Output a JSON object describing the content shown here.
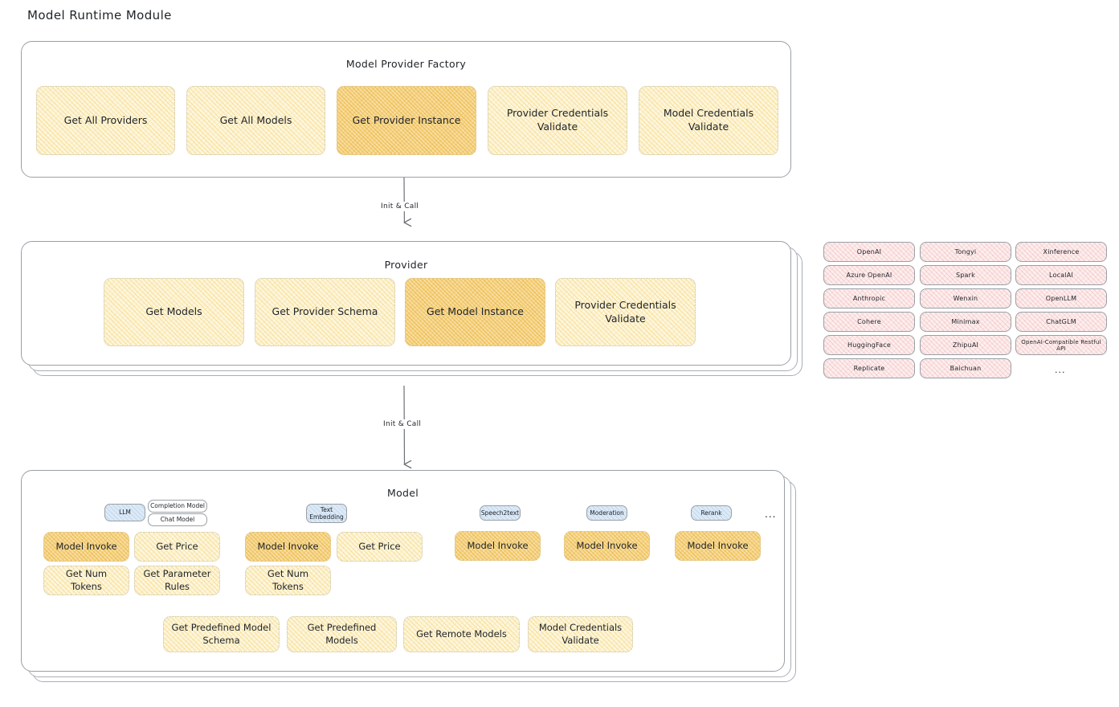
{
  "page": {
    "title": "Model Runtime Module"
  },
  "factory": {
    "title": "Model Provider Factory",
    "methods": [
      {
        "label": "Get All Providers",
        "highlighted": false
      },
      {
        "label": "Get All Models",
        "highlighted": false
      },
      {
        "label": "Get Provider Instance",
        "highlighted": true
      },
      {
        "label": "Provider Credentials Validate",
        "highlighted": false
      },
      {
        "label": "Model Credentials Validate",
        "highlighted": false
      }
    ]
  },
  "arrows": [
    {
      "label": "Init & Call"
    },
    {
      "label": "Init & Call"
    }
  ],
  "provider": {
    "title": "Provider",
    "methods": [
      {
        "label": "Get Models",
        "highlighted": false
      },
      {
        "label": "Get Provider Schema",
        "highlighted": false
      },
      {
        "label": "Get Model Instance",
        "highlighted": true
      },
      {
        "label": "Provider Credentials Validate",
        "highlighted": false
      }
    ]
  },
  "provider_list": {
    "column1": [
      "OpenAI",
      "Azure OpenAI",
      "Anthropic",
      "Cohere",
      "HuggingFace",
      "Replicate"
    ],
    "column2": [
      "Tongyi",
      "Spark",
      "Wenxin",
      "Minimax",
      "ZhipuAI",
      "Baichuan"
    ],
    "column3": [
      "Xinference",
      "LocalAI",
      "OpenLLM",
      "ChatGLM",
      "OpenAI-Compatible Restful API"
    ],
    "more": "..."
  },
  "model": {
    "title": "Model",
    "more_types": "...",
    "types": [
      {
        "name": "LLM",
        "subtypes": [
          "Completion Model",
          "Chat Model"
        ],
        "methods": [
          {
            "label": "Model Invoke",
            "highlighted": true
          },
          {
            "label": "Get Price",
            "highlighted": false
          },
          {
            "label": "Get Num Tokens",
            "highlighted": false
          },
          {
            "label": "Get Parameter Rules",
            "highlighted": false
          }
        ]
      },
      {
        "name": "Text Embedding",
        "subtypes": [],
        "methods": [
          {
            "label": "Model Invoke",
            "highlighted": true
          },
          {
            "label": "Get Price",
            "highlighted": false
          },
          {
            "label": "Get Num Tokens",
            "highlighted": false
          }
        ]
      },
      {
        "name": "Speech2text",
        "subtypes": [],
        "methods": [
          {
            "label": "Model Invoke",
            "highlighted": true
          }
        ]
      },
      {
        "name": "Moderation",
        "subtypes": [],
        "methods": [
          {
            "label": "Model Invoke",
            "highlighted": true
          }
        ]
      },
      {
        "name": "Rerank",
        "subtypes": [],
        "methods": [
          {
            "label": "Model Invoke",
            "highlighted": true
          }
        ]
      }
    ],
    "shared_methods": [
      {
        "label": "Get Predefined Model Schema"
      },
      {
        "label": "Get Predefined Models"
      },
      {
        "label": "Get Remote Models"
      },
      {
        "label": "Model Credentials Validate"
      }
    ]
  },
  "colors": {
    "box_fill": "#fdf6dc",
    "box_fill_highlight": "#f8dda0",
    "provider_chip_fill": "#fdeeee",
    "model_type_badge_fill": "#ddeaf6",
    "container_border": "#9aa0a6",
    "text": "#1f2328"
  }
}
